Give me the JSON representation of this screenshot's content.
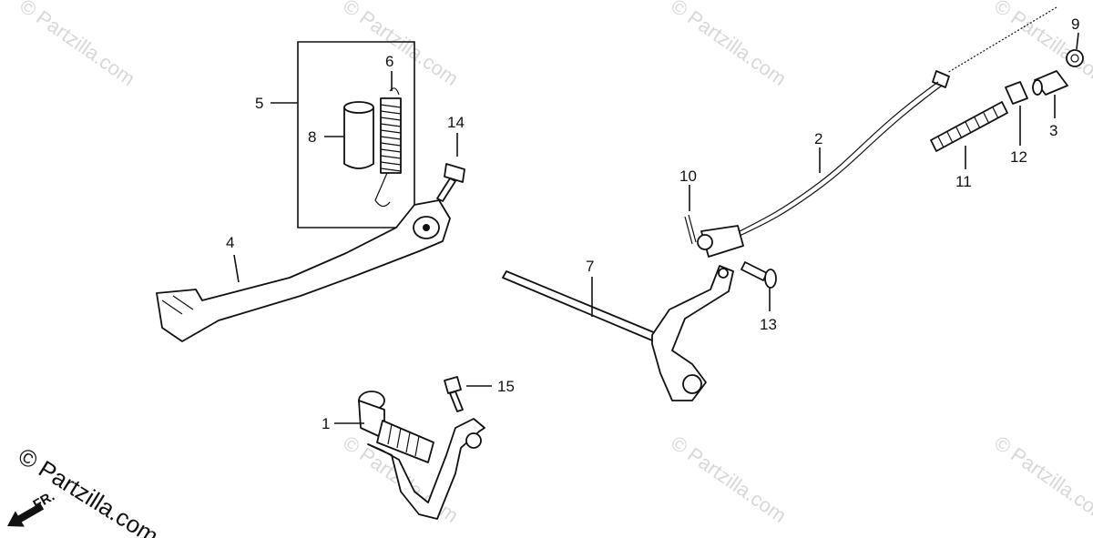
{
  "watermark": "© Partzilla.com",
  "copyright": "© Partzilla.com",
  "front_label": "FR.",
  "callouts": {
    "c1": "1",
    "c2": "2",
    "c3": "3",
    "c4": "4",
    "c5": "5",
    "c6": "6",
    "c7": "7",
    "c8": "8",
    "c9": "9",
    "c10": "10",
    "c11": "11",
    "c12": "12",
    "c13": "13",
    "c14": "14",
    "c15": "15"
  }
}
